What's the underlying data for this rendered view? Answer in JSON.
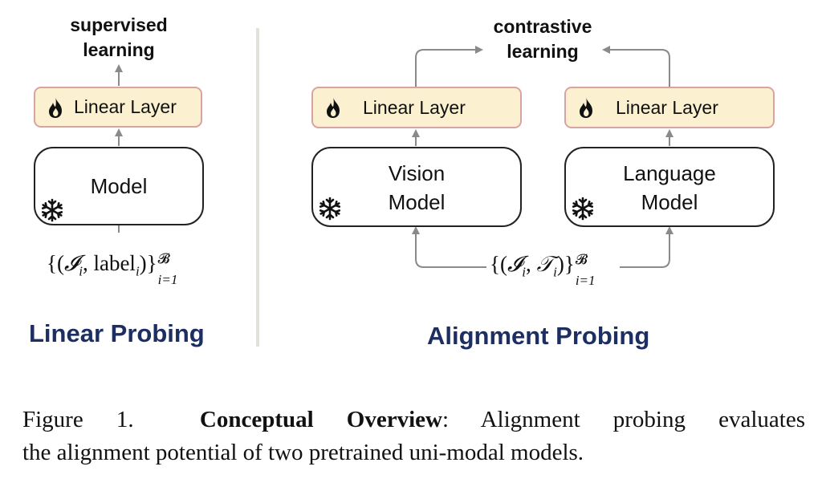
{
  "left_panel": {
    "objective": [
      "supervised",
      "learning"
    ],
    "layer_label": "Linear Layer",
    "model_label": "Model",
    "data_expr": {
      "open": "{(",
      "I": "𝓘",
      "sub_i": "i",
      "comma": ", ",
      "label": "label",
      "close": ")}",
      "sup": "𝓑",
      "sub": "i=1"
    },
    "title": "Linear Probing"
  },
  "right_panel": {
    "objective": [
      "contrastive",
      "learning"
    ],
    "vision_layer_label": "Linear Layer",
    "language_layer_label": "Linear Layer",
    "vision_model_label": [
      "Vision",
      "Model"
    ],
    "language_model_label": [
      "Language",
      "Model"
    ],
    "data_expr": {
      "open": "{(",
      "I": "𝓘",
      "sub_i": "i",
      "comma": ", ",
      "T": "𝒯",
      "close": ")}",
      "sup": "𝓑",
      "sub": "i=1"
    },
    "title": "Alignment Probing"
  },
  "caption": {
    "fig": "Figure 1.",
    "bold": "Conceptual Overview",
    "rest_line1": ": Alignment probing evaluates",
    "line2": "the alignment potential of two pretrained uni-modal models."
  },
  "icons": {
    "trainable": "flame-icon",
    "frozen": "snowflake-icon"
  },
  "colors": {
    "layer_fill": "#fbf0cf",
    "layer_border": "#d9a3a3",
    "title_color": "#1d2f62",
    "arrow_color": "#8a8a8a"
  }
}
